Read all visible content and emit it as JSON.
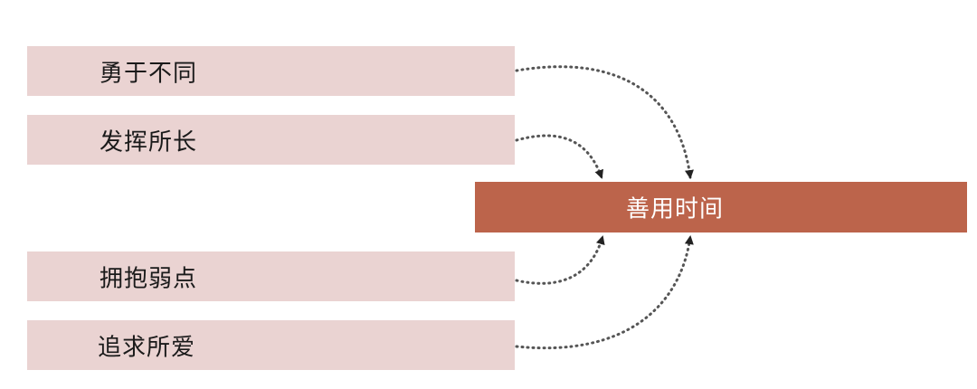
{
  "diagram": {
    "center": {
      "label": "善用时间"
    },
    "sources": [
      {
        "label": "勇于不同"
      },
      {
        "label": "发挥所长"
      },
      {
        "label": "拥抱弱点"
      },
      {
        "label": "追求所爱"
      }
    ]
  },
  "colors": {
    "source_box": "#ead3d2",
    "center_box": "#bc644b",
    "center_text": "#ffffff",
    "connector": "#555555"
  }
}
